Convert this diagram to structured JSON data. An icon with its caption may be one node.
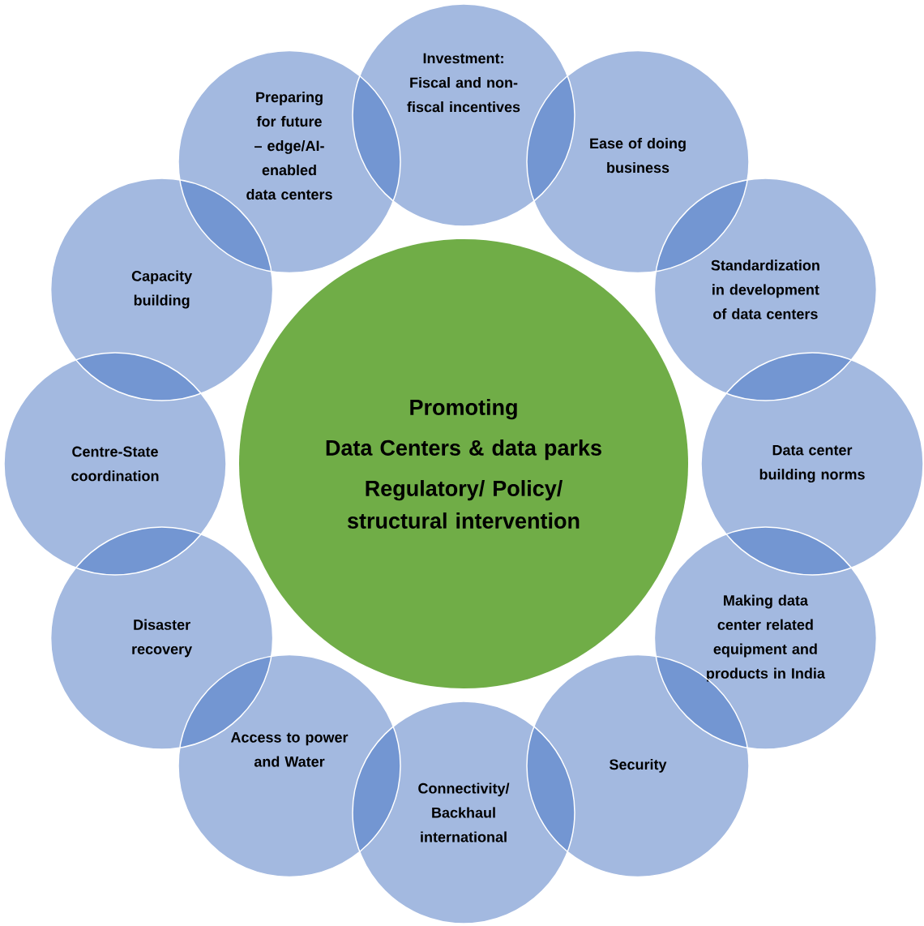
{
  "diagram": {
    "nodes": [
      {
        "text": [
          "Promoting",
          "Data Centers & data parks",
          "Regulatory/ Policy/ structural intervention"
        ]
      },
      {
        "text": [
          "Investment: Fiscal and non-fiscal incentives"
        ]
      },
      {
        "text": [
          "Ease of doing business"
        ]
      },
      {
        "text": [
          "Standardization in development of data centers"
        ]
      },
      {
        "text": [
          "Data center building norms"
        ]
      },
      {
        "text": [
          "Making data center related equipment and products in India"
        ]
      },
      {
        "text": [
          "Security"
        ]
      },
      {
        "text": [
          "Connectivity/ Backhaul international"
        ]
      },
      {
        "text": [
          "Access to power and Water"
        ]
      },
      {
        "text": [
          "Disaster recovery"
        ]
      },
      {
        "text": [
          "Centre-State coordination"
        ]
      },
      {
        "text": [
          "Capacity building"
        ]
      },
      {
        "text": [
          "Preparing for future – edge/AI-enabled data centers"
        ]
      }
    ]
  }
}
